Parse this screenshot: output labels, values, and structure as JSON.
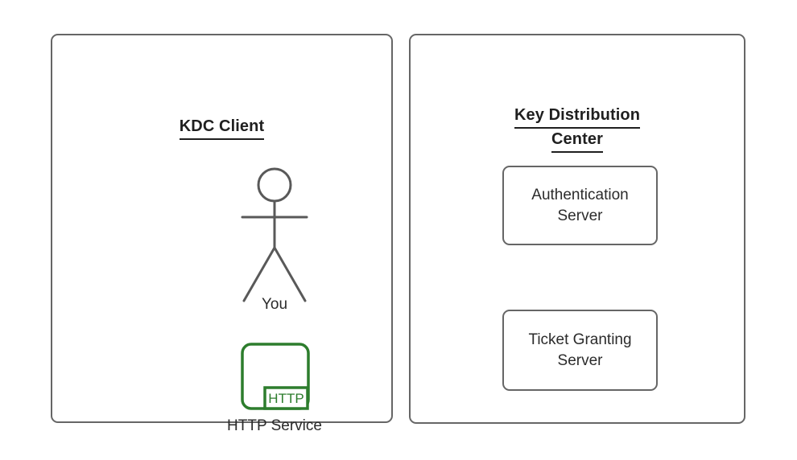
{
  "diagram": {
    "background_color": "#ffffff",
    "stroke_color": "#666666",
    "text_color": "#2b2b2b",
    "title_color": "#1f1f1f",
    "accent_color": "#2d7d2d"
  },
  "panels": {
    "client": {
      "title": "KDC Client",
      "actor": {
        "label": "You",
        "icon": "stick-figure-icon"
      },
      "service": {
        "label": "HTTP Service",
        "badge": "HTTP",
        "icon": "http-service-icon",
        "color": "#2d7d2d"
      }
    },
    "kdc": {
      "title_line1": "Key Distribution",
      "title_line2": "Center",
      "boxes": [
        {
          "label_line1": "Authentication",
          "label_line2": "Server"
        },
        {
          "label_line1": "Ticket Granting",
          "label_line2": "Server"
        }
      ]
    }
  }
}
